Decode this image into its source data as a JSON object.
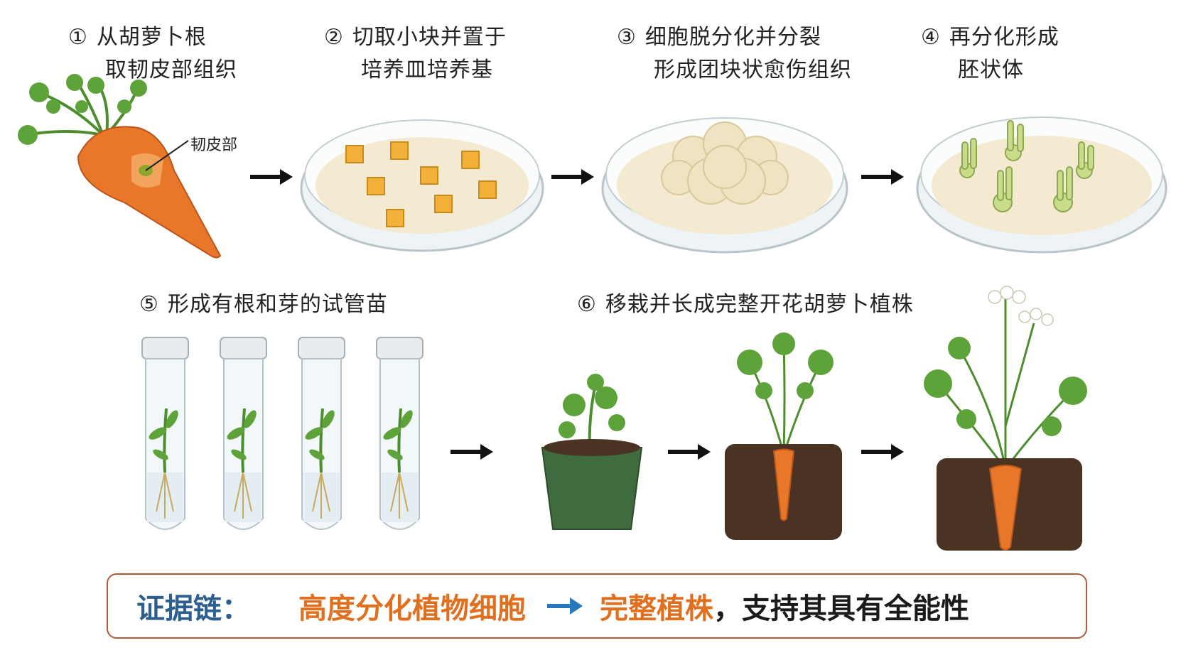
{
  "steps": [
    {
      "num": "①",
      "line1": "从胡萝卜根",
      "line2": "取韧皮部组织"
    },
    {
      "num": "②",
      "line1": "切取小块并置于",
      "line2": "培养皿培养基"
    },
    {
      "num": "③",
      "line1": "细胞脱分化并分裂",
      "line2": "形成团块状愈伤组织"
    },
    {
      "num": "④",
      "line1": "再分化形成",
      "line2": "胚状体"
    },
    {
      "num": "⑤",
      "line1": "形成有根和芽的试管苗",
      "line2": ""
    },
    {
      "num": "⑥",
      "line1": "移栽并长成完整开花胡萝卜植株",
      "line2": ""
    }
  ],
  "phloem_label": "韧皮部",
  "evidence": {
    "prefix": "证据链：",
    "from": "高度分化植物细胞",
    "to": "完整植株",
    "conclusion": "，支持其具有全能性"
  },
  "colors": {
    "carrot": "#e9772a",
    "leaf": "#5ea23a",
    "medium": "#f4ead2",
    "callus": "#efe3c2",
    "embryo": "#c9dc8a",
    "pot": "#3f6b3f",
    "soil": "#4a3322",
    "frame": "#b05a3a",
    "accent_blue": "#2b77bd",
    "accent_orange": "#e07020"
  }
}
